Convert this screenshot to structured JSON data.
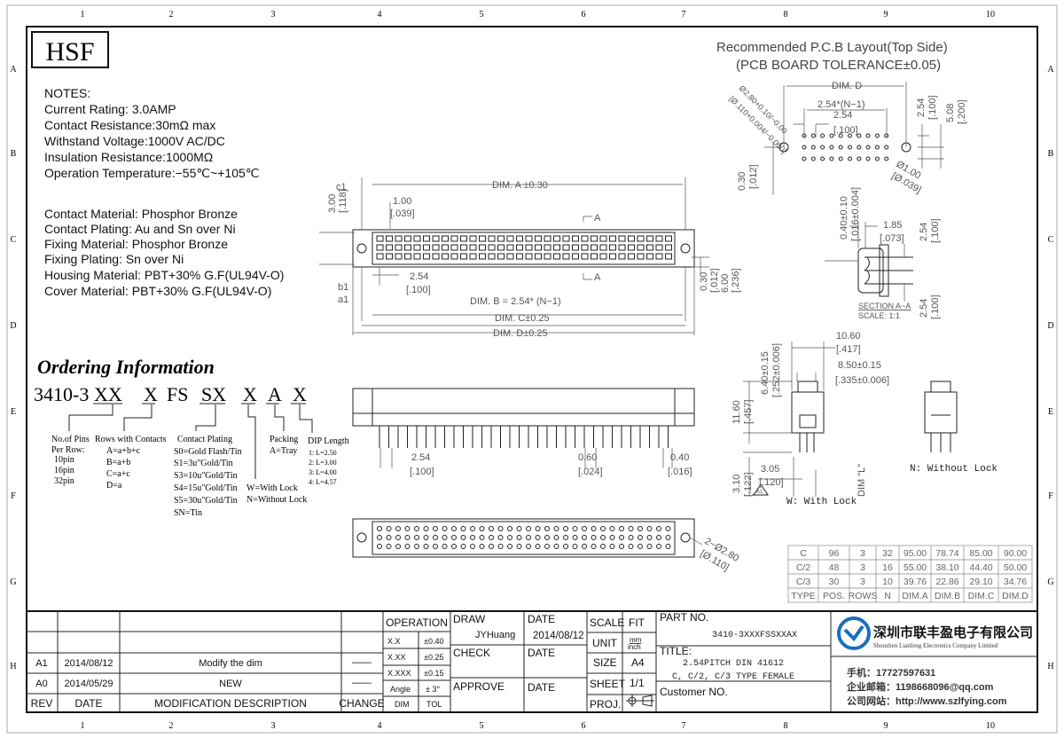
{
  "frame": {
    "cols": [
      "1",
      "2",
      "3",
      "4",
      "5",
      "6",
      "7",
      "8",
      "9",
      "10"
    ],
    "rows": [
      "A",
      "B",
      "C",
      "D",
      "E",
      "F",
      "G",
      "H"
    ]
  },
  "logo": "HSF",
  "notes": {
    "title": "NOTES:",
    "lines": [
      "Current Rating: 3.0AMP",
      "Contact Resistance:30mΩ max",
      "Withstand Voltage:1000V AC/DC",
      "Insulation Resistance:1000MΩ",
      "Operation Temperature:−55℃~+105℃"
    ],
    "materials": [
      "Contact Material: Phosphor Bronze",
      "Contact Plating: Au and Sn over Ni",
      "Fixing Material: Phosphor Bronze",
      "Fixing Plating: Sn over Ni",
      "Housing Material: PBT+30% G.F(UL94V-O)",
      "Cover Material: PBT+30% G.F(UL94V-O)"
    ]
  },
  "ordering": {
    "title": "Ordering Information",
    "code": [
      "3410-3",
      "XX",
      "X",
      "FS",
      "SX",
      "X",
      "A",
      "X"
    ],
    "pins": {
      "title": "No.of Pins",
      "sub": "Per Row:",
      "items": [
        "10pin",
        "16pin",
        "32pin"
      ]
    },
    "rows": {
      "title": "Rows with Contacts",
      "items": [
        "A=a+b+c",
        "B=a+b",
        "C=a+c",
        "D=a"
      ]
    },
    "plating": {
      "title": "Contact Plating",
      "items": [
        "S0=Gold Flash/Tin",
        "S1=3u\"Gold/Tin",
        "S3=10u\"Gold/Tin",
        "S4=15u\"Gold/Tin",
        "S5=30u\"Gold/Tin",
        "SN=Tin"
      ]
    },
    "lock": {
      "items": [
        "W=With Lock",
        "N=Without Lock"
      ]
    },
    "packing": {
      "title": "Packing",
      "items": [
        "A=Tray"
      ]
    },
    "dip": {
      "title": "DIP Length",
      "items": [
        "1: L=2.50",
        "2: L=3.00",
        "3: L=4.00",
        "4: L=4.57"
      ]
    }
  },
  "pcb": {
    "title": "Recommended P.C.B Layout(Top Side)",
    "subtitle": "(PCB BOARD TOLERANCE±0.05)",
    "dims": [
      "DIM. D",
      "2.54*(N−1)",
      "2.54",
      "[.100]",
      "Ø2.80+0.10/−0.00",
      "[Ø.110+0.004/−0.000]",
      "2.54",
      "[.100]",
      "5.08",
      "[.200]",
      "0.30",
      "[.012]",
      "Ø1.00",
      "[Ø.039]"
    ]
  },
  "section": {
    "title": "SECTION A−A",
    "scale": "SCALE: 1:1",
    "dims": [
      "0.40±0.10",
      "[.016±0.004]",
      "1.85",
      "[.073]",
      "2.54",
      "[.100]",
      "2.54",
      "[.100]"
    ]
  },
  "front": {
    "dims": [
      "DIM. A ±0.30",
      "1.00",
      "[.039]",
      "3.00",
      "[.118]",
      "c1",
      "b1",
      "a1",
      "A",
      "A",
      "2.54",
      "[.100]",
      "DIM. B = 2.54* (N−1)",
      "DIM. C±0.25",
      "DIM. D±0.25",
      "0.30",
      "[.012]",
      "6.00",
      "[.236]"
    ]
  },
  "pins_view": {
    "dims": [
      "2.54",
      "[.100]",
      "0.60",
      "[.024]",
      "0.40",
      "[.016]"
    ]
  },
  "bottom_view": {
    "dims": [
      "2−Ø2.80",
      "[Ø.110]"
    ]
  },
  "side": {
    "dims": [
      "6.40±0.15",
      "[.252±0.006]",
      "10.60",
      "[.417]",
      "8.50±0.15",
      "[.335±0.006]",
      "11.60",
      "[.457]",
      "3.10",
      "[.122]",
      "3.05",
      "[.120]",
      "DIM \"L\""
    ],
    "rev_mark": "A1",
    "with_lock": "W: With Lock",
    "without_lock": "N: Without Lock"
  },
  "dim_table": {
    "rows": [
      [
        "C",
        "96",
        "3",
        "32",
        "95.00",
        "78.74",
        "85.00",
        "90.00"
      ],
      [
        "C/2",
        "48",
        "3",
        "16",
        "55.00",
        "38.10",
        "44.40",
        "50.00"
      ],
      [
        "C/3",
        "30",
        "3",
        "10",
        "39.76",
        "22.86",
        "29.10",
        "34.76"
      ]
    ],
    "header": [
      "TYPE",
      "POS.",
      "ROWS",
      "N",
      "DIM.A",
      "DIM.B",
      "DIM.C",
      "DIM.D"
    ]
  },
  "revisions": {
    "rows": [
      {
        "rev": "A1",
        "date": "2014/08/12",
        "desc": "Modify the dim",
        "change": "——"
      },
      {
        "rev": "A0",
        "date": "2014/05/29",
        "desc": "NEW",
        "change": "——"
      }
    ],
    "header": {
      "rev": "REV",
      "date": "DATE",
      "desc": "MODIFICATION  DESCRIPTION",
      "change": "CHANGE"
    }
  },
  "tolerance": {
    "title": "OPERATION",
    "rows": [
      [
        "X.X",
        "±0.40"
      ],
      [
        "X.XX",
        "±0.25"
      ],
      [
        "X.XXX",
        "±0.15"
      ],
      [
        "Angle",
        "± 3°"
      ]
    ],
    "footer": [
      "DIM",
      "TOL"
    ]
  },
  "approvals": {
    "draw": "DRAW",
    "drawer": "JYHuang",
    "date_label": "DATE",
    "draw_date": "2014/08/12",
    "check": "CHECK",
    "approve": "APPROVE"
  },
  "sheet_info": {
    "scale_label": "SCALE",
    "scale": "FIT",
    "unit_label": "UNIT",
    "unit_top": "mm",
    "unit_bottom": "inch",
    "size_label": "SIZE",
    "size": "A4",
    "sheet_label": "SHEET",
    "sheet": "1/1",
    "proj_label": "PROJ."
  },
  "part": {
    "label": "PART  NO.",
    "number": "3410-3XXXFSSXXAX",
    "title_label": "TITLE:",
    "title_1": "2.54PITCH DIN 41612",
    "title_2": "C, C/2, C/3 TYPE FEMALE",
    "customer_label": "Customer  NO."
  },
  "company": {
    "name_cn": "深圳市联丰盈电子有限公司",
    "name_en": "Shenzhen Lianfeng Electronics Company Limited",
    "phone": "手机：17727597631",
    "email": "企业邮箱：1198668096@qq.com",
    "website": "公司网站：http://www.szlfying.com",
    "brand_color": "#1a6fc0"
  }
}
